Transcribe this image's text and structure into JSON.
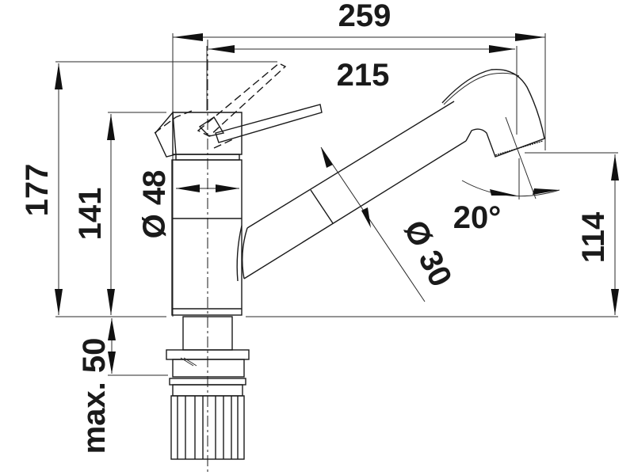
{
  "drawing": {
    "subject": "pull-out spray kitchen faucet dimensional drawing",
    "colors": {
      "line": "#1a1a1a",
      "background": "#ffffff"
    }
  },
  "dimensions": {
    "total_width": "259",
    "spout_reach": "215",
    "total_height": "177",
    "body_height": "141",
    "body_diameter": "Ø 48",
    "hose_diameter": "Ø 30",
    "spray_angle": "20°",
    "spout_clearance": "114",
    "max_deck_thickness": "max. 50"
  }
}
